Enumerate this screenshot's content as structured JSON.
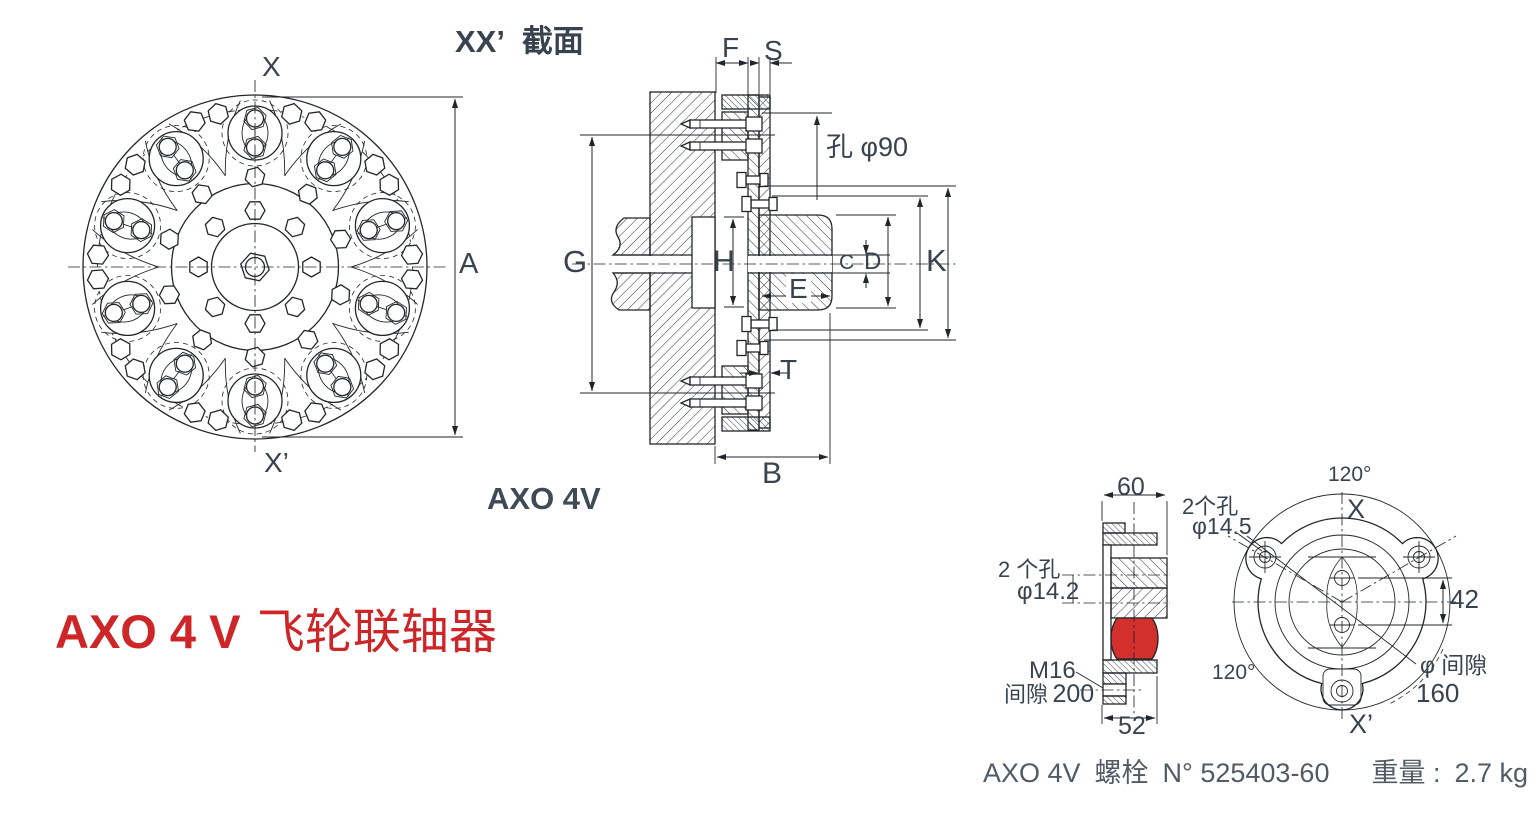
{
  "colors": {
    "line": "#22262b",
    "label": "#39434f",
    "red": "#ce2528",
    "footer": "#515b66",
    "elastomer": "#d22f2d"
  },
  "header": {
    "section_title": "XX’",
    "section_title_suffix": "截面"
  },
  "front_view": {
    "axis_top": "X",
    "axis_bottom": "X’",
    "overall_dim": "A",
    "caption": "AXO 4V"
  },
  "section_view": {
    "dim_f": "F",
    "dim_s": "S",
    "hole_note": "孔 φ90",
    "dim_g": "G",
    "dim_h": "H",
    "dim_c": "C",
    "dim_d": "D",
    "dim_e": "E",
    "dim_k": "K",
    "dim_t": "T",
    "dim_b": "B"
  },
  "product": {
    "name": "AXO 4 V",
    "descriptor": "飞轮联轴器"
  },
  "bolt_side_view": {
    "width_dim": "60",
    "base_dim": "52",
    "holes_note_l1": "2 个孔",
    "holes_note_l2": "φ14.2",
    "thread": "M16",
    "clearance_label": "间隙",
    "clearance_value": "200"
  },
  "bolt_front_view": {
    "holes_note_l1": "2个孔",
    "holes_note_l2": "φ14.5",
    "angle_top": "120°",
    "angle_left": "120°",
    "axis_top": "X",
    "axis_bottom": "X’",
    "spacing_dim": "42",
    "clearance_l1": "φ 间隙",
    "clearance_l2": "160"
  },
  "footer": {
    "product": "AXO 4V",
    "bolt_label": "螺栓",
    "part_number": "N° 525403-60",
    "weight_label": "重量 :",
    "weight_value": "2.7 kg"
  }
}
